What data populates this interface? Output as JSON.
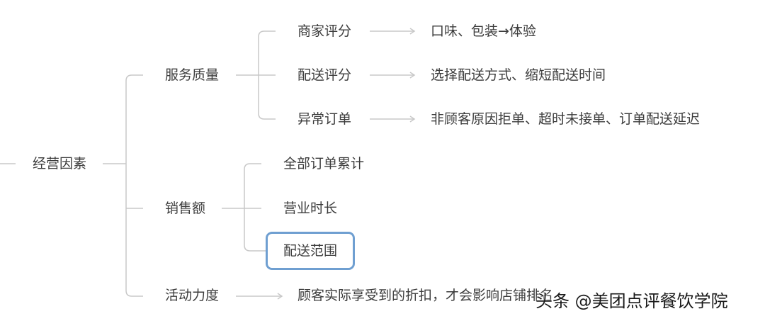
{
  "mindmap": {
    "root": "经营因素",
    "branches": [
      {
        "label": "服务质量",
        "children": [
          {
            "label": "商家评分",
            "detail": "口味、包装→体验"
          },
          {
            "label": "配送评分",
            "detail": "选择配送方式、缩短配送时间"
          },
          {
            "label": "异常订单",
            "detail": "非顾客原因拒单、超时未接单、订单配送延迟"
          }
        ]
      },
      {
        "label": "销售额",
        "children": [
          {
            "label": "全部订单累计"
          },
          {
            "label": "营业时长"
          },
          {
            "label": "配送范围",
            "selected": true
          }
        ]
      },
      {
        "label": "活动力度",
        "detail": "顾客实际享受到的折扣，才会影响店铺排名"
      }
    ]
  },
  "watermark": "头条 @美团点评餐饮学院",
  "colors": {
    "line": "#c8c8c8",
    "text": "#3c3c3c",
    "selection": "#6f9fd1"
  }
}
